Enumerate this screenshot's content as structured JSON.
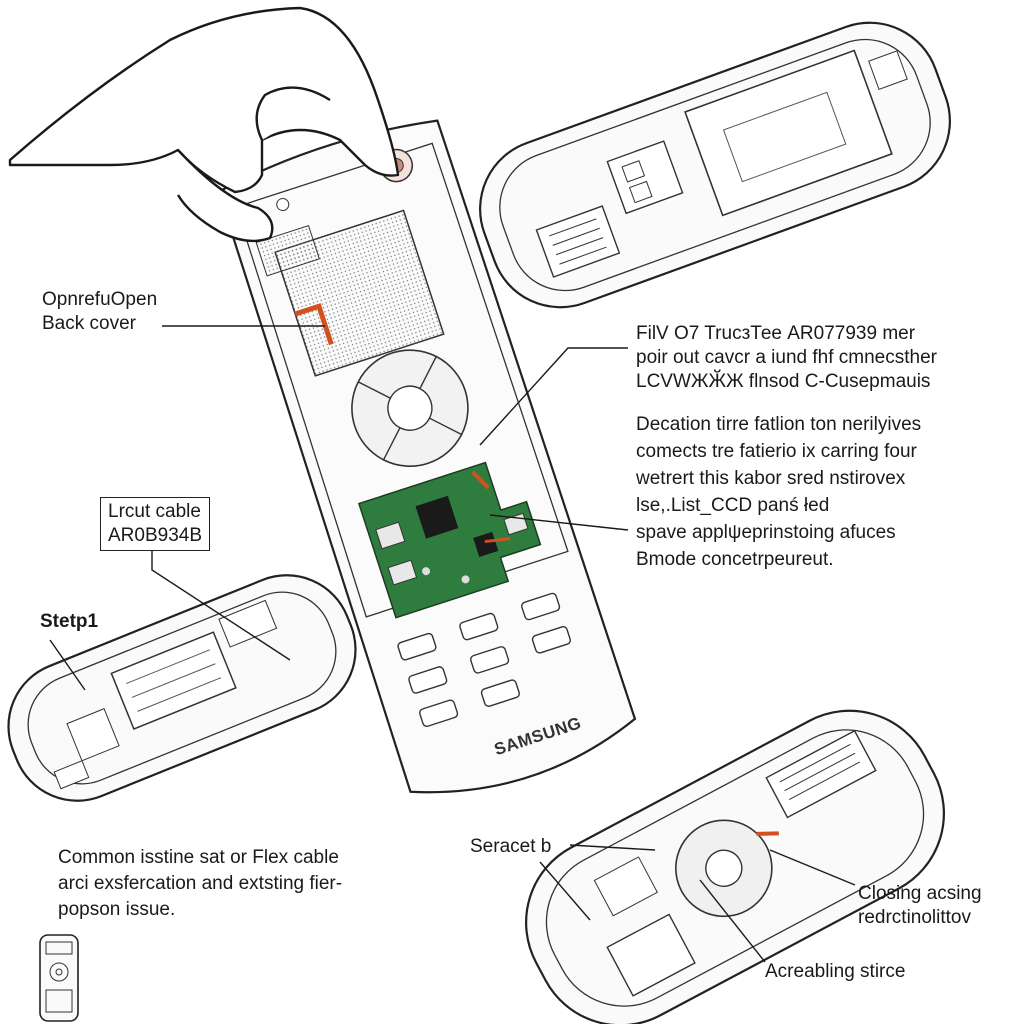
{
  "labels": {
    "open_back": [
      "OpnrefuOpen",
      "Back cover"
    ],
    "cable": [
      "Lrcut cable",
      "AR0B934B"
    ],
    "step": "Stetp1",
    "description": [
      "FilV O7 TrucзТее AR077939 mer",
      "poir out cavcr a iund  fhf cmnecsther",
      "LCVWЖӁЖ flnsod C-Cusepmauis"
    ],
    "explanation": [
      "Decation tirre fatlion ton nerilyives",
      "comects tre fatierio ix carring four",
      "wetrert this kabor sred nstirovex",
      "lse,.List_CCD panś łed",
      "spave applψeprinstoing afuces",
      "Bmode concetrpeureut."
    ],
    "common": [
      "Common isstine sat or Flex cable",
      "arci exsfercation and extsting fier-",
      "popson issue."
    ],
    "seracet": "Seracet b",
    "closing": [
      "Closing acsing",
      "redrctinolittov"
    ],
    "acreabling": "Acreabling stirce"
  },
  "brand": "SAMSUNG",
  "colors": {
    "pcb": "#2f7d3e",
    "flex_cable": "#d4501f",
    "button_accent": "#c98a7a"
  },
  "icons": [
    "hand-icon",
    "remote-icon",
    "pcb-icon",
    "flex-cable-icon",
    "remote-thumbnail-icon"
  ]
}
